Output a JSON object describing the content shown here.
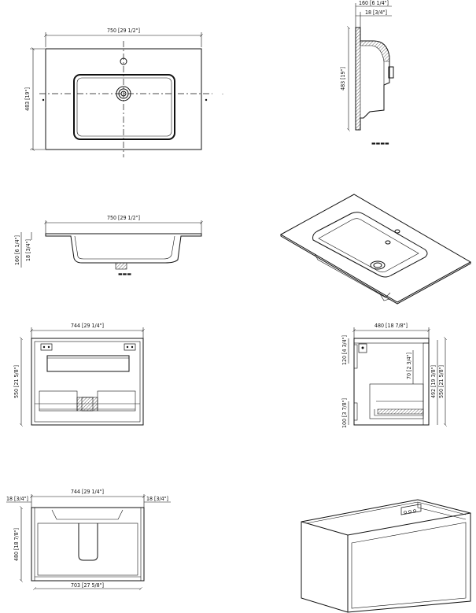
{
  "views": {
    "sink_top": {
      "width_dim": "750 [29 1/2\"]",
      "depth_dim": "483 [19\"]"
    },
    "sink_side": {
      "height_dim": "160 [6 1/4\"]",
      "thickness_dim": "18 [3/4\"]",
      "depth_dim": "483 [19\"]"
    },
    "sink_front": {
      "width_dim": "750 [29 1/2\"]",
      "height_dim": "160 [6 1/4\"]",
      "thickness_dim": "18 [3/4\"]"
    },
    "cabinet_front": {
      "width_dim": "744 [29 1/4\"]",
      "height_dim": "550 [21 5/8\"]"
    },
    "cabinet_side": {
      "depth_dim": "480 [18 7/8\"]",
      "top_dim": "120 [4 3/4\"]",
      "mid_dim": "70 [2 3/4\"]",
      "bottom_dim": "100 [3 7/8\"]",
      "inner_dim": "492 [19 3/8\"]",
      "height_dim": "550 [21 5/8\"]"
    },
    "cabinet_top": {
      "width_dim": "744 [29 1/4\"]",
      "left_panel_dim": "18 [3/4\"]",
      "right_panel_dim": "18 [3/4\"]",
      "depth_dim": "480 [18 7/8\"]",
      "inner_width_dim": "703 [27 5/8\"]"
    }
  }
}
